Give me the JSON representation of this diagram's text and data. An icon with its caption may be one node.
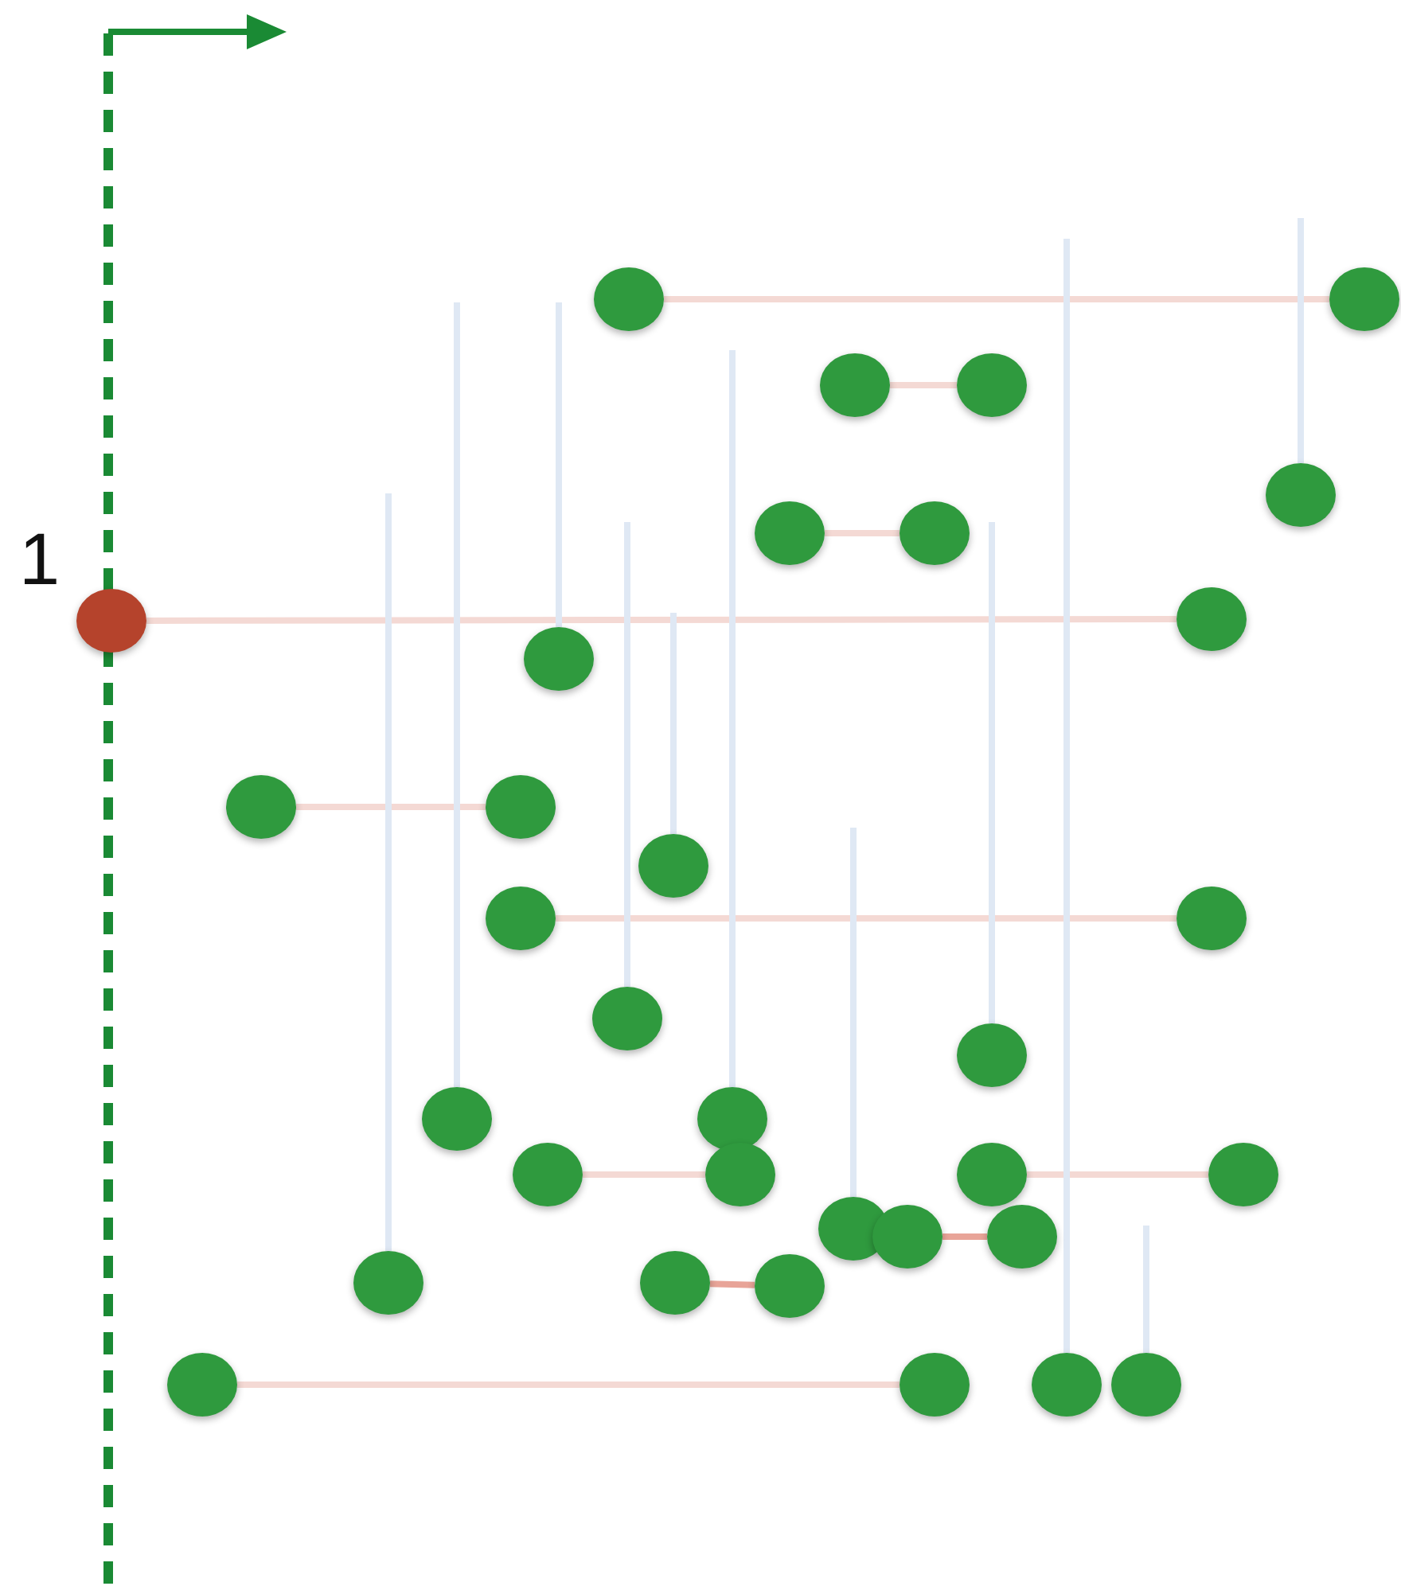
{
  "diagram": {
    "nodes": [
      {
        "text": [],
        "shape": "circle",
        "beside": [
          "1"
        ]
      },
      {
        "text": [],
        "shape": "circle"
      },
      {
        "text": [],
        "shape": "circle"
      },
      {
        "text": [],
        "shape": "circle"
      },
      {
        "text": [],
        "shape": "circle"
      },
      {
        "text": [],
        "shape": "circle"
      },
      {
        "text": [],
        "shape": "circle"
      },
      {
        "text": [],
        "shape": "circle"
      },
      {
        "text": [],
        "shape": "circle"
      },
      {
        "text": [],
        "shape": "circle"
      },
      {
        "text": [],
        "shape": "circle"
      },
      {
        "text": [],
        "shape": "circle"
      },
      {
        "text": [],
        "shape": "circle"
      },
      {
        "text": [],
        "shape": "circle"
      },
      {
        "text": [],
        "shape": "circle"
      },
      {
        "text": [],
        "shape": "circle"
      },
      {
        "text": [],
        "shape": "circle"
      },
      {
        "text": [],
        "shape": "circle"
      },
      {
        "text": [],
        "shape": "circle"
      },
      {
        "text": [],
        "shape": "circle"
      },
      {
        "text": [],
        "shape": "circle"
      },
      {
        "text": [],
        "shape": "circle"
      },
      {
        "text": [],
        "shape": "circle"
      },
      {
        "text": [],
        "shape": "circle"
      },
      {
        "text": [],
        "shape": "circle"
      },
      {
        "text": [],
        "shape": "circle"
      },
      {
        "text": [],
        "shape": "circle"
      },
      {
        "text": [],
        "shape": "circle"
      },
      {
        "text": [],
        "shape": "circle"
      },
      {
        "text": [],
        "shape": "circle"
      },
      {
        "text": [],
        "shape": "circle"
      },
      {
        "text": [],
        "shape": "circle"
      },
      {
        "text": [],
        "shape": "circle"
      }
    ],
    "edges": [
      {
        "from": 1,
        "to": 2,
        "arrow": "none"
      },
      {
        "from": 3,
        "to": 4,
        "arrow": "none"
      },
      {
        "from": 6,
        "to": 7,
        "arrow": "none"
      },
      {
        "from": 0,
        "to": 8,
        "arrow": "none"
      },
      {
        "from": 10,
        "to": 11,
        "arrow": "none"
      },
      {
        "from": 13,
        "to": 14,
        "arrow": "none"
      },
      {
        "from": 19,
        "to": 20,
        "arrow": "none"
      },
      {
        "from": 21,
        "to": 22,
        "arrow": "none"
      },
      {
        "from": 24,
        "to": 25,
        "arrow": "none",
        "color": "#e8a498"
      },
      {
        "from": 27,
        "to": 28,
        "arrow": "none",
        "color": "#e8a498"
      },
      {
        "from": 29,
        "to": 30,
        "arrow": "none"
      },
      {
        "from": 26,
        "to": null,
        "arrow": "none",
        "color": "#dfe8f4"
      },
      {
        "from": 17,
        "to": null,
        "arrow": "none",
        "color": "#dfe8f4"
      },
      {
        "from": 9,
        "to": null,
        "arrow": "none",
        "color": "#dfe8f4"
      },
      {
        "from": 15,
        "to": null,
        "arrow": "none",
        "color": "#dfe8f4"
      },
      {
        "from": 12,
        "to": null,
        "arrow": "none",
        "color": "#dfe8f4"
      },
      {
        "from": 18,
        "to": null,
        "arrow": "none",
        "color": "#dfe8f4"
      },
      {
        "from": 23,
        "to": null,
        "arrow": "none",
        "color": "#dfe8f4"
      },
      {
        "from": 16,
        "to": null,
        "arrow": "none",
        "color": "#dfe8f4"
      },
      {
        "from": 31,
        "to": null,
        "arrow": "none",
        "color": "#dfe8f4"
      },
      {
        "from": 5,
        "to": null,
        "arrow": "none",
        "color": "#dfe8f4"
      },
      {
        "from": 32,
        "to": null,
        "arrow": "none",
        "color": "#dfe8f4"
      }
    ]
  }
}
